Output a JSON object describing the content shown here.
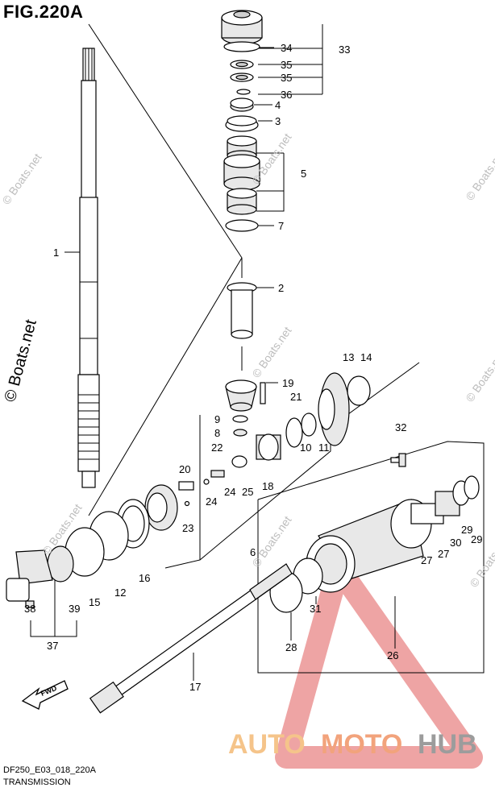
{
  "figure": {
    "title": "FIG.220A",
    "code": "DF250_E03_018_220A",
    "name": "TRANSMISSION"
  },
  "watermarks": {
    "boats": "© Boats.net",
    "brand_auto": "AUTO",
    "brand_moto": "MOTO",
    "brand_hub": "HUB",
    "colors": {
      "auto": "#f5c48a",
      "moto": "#f2a37c",
      "hub": "#9c9c9c",
      "triangle": "#e05a5a"
    }
  },
  "callouts": [
    "1",
    "2",
    "3",
    "4",
    "5",
    "6",
    "7",
    "8",
    "9",
    "10",
    "11",
    "12",
    "13",
    "14",
    "15",
    "16",
    "17",
    "18",
    "19",
    "20",
    "21",
    "22",
    "23",
    "24",
    "25",
    "26",
    "27",
    "28",
    "29",
    "30",
    "31",
    "32",
    "33",
    "34",
    "35",
    "36",
    "37",
    "38",
    "39"
  ],
  "icons": {
    "fwd_arrow": "fwd-arrow-icon"
  },
  "fwd_label": "FWD"
}
